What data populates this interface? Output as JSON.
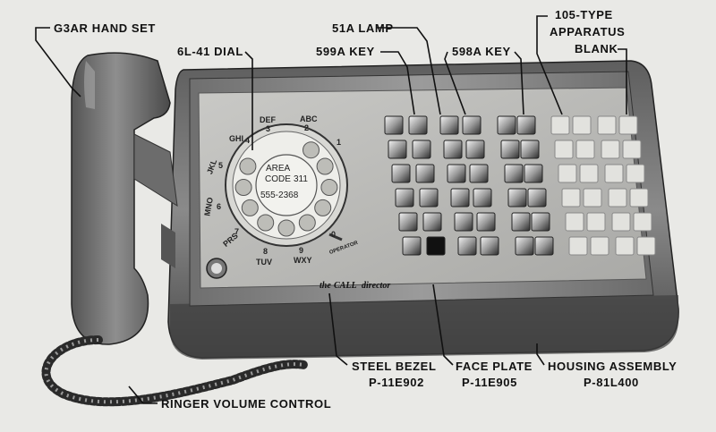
{
  "labels": {
    "handset": "G3AR HAND SET",
    "dial": "6L-41 DIAL",
    "lamp": "51A LAMP",
    "key599": "599A KEY",
    "key598": "598A KEY",
    "apparatus_line1": "105-TYPE",
    "apparatus_line2": "APPARATUS",
    "apparatus_line3": "BLANK",
    "bezel_line1": "STEEL BEZEL",
    "bezel_line2": "P-11E902",
    "faceplate_line1": "FACE PLATE",
    "faceplate_line2": "P-11E905",
    "housing_line1": "HOUSING ASSEMBLY",
    "housing_line2": "P-81L400",
    "ringer": "RINGER VOLUME CONTROL"
  },
  "dial_card": {
    "line1": "AREA",
    "line2": "CODE",
    "area_code": "311",
    "number": "555-2368"
  },
  "dial_letters": {
    "d1": "1",
    "d2": "ABC",
    "d2n": "2",
    "d3": "DEF",
    "d3n": "3",
    "d4": "GHI",
    "d4n": "4",
    "d5": "JKL",
    "d5n": "5",
    "d6": "MNO",
    "d6n": "6",
    "d7": "PRS",
    "d7n": "7",
    "d8": "TUV",
    "d8n": "8",
    "d9": "WXY",
    "d9n": "9",
    "d0": "0",
    "operator": "OPERATOR"
  },
  "brand": {
    "the": "the",
    "call": "CALL",
    "director": "director"
  }
}
